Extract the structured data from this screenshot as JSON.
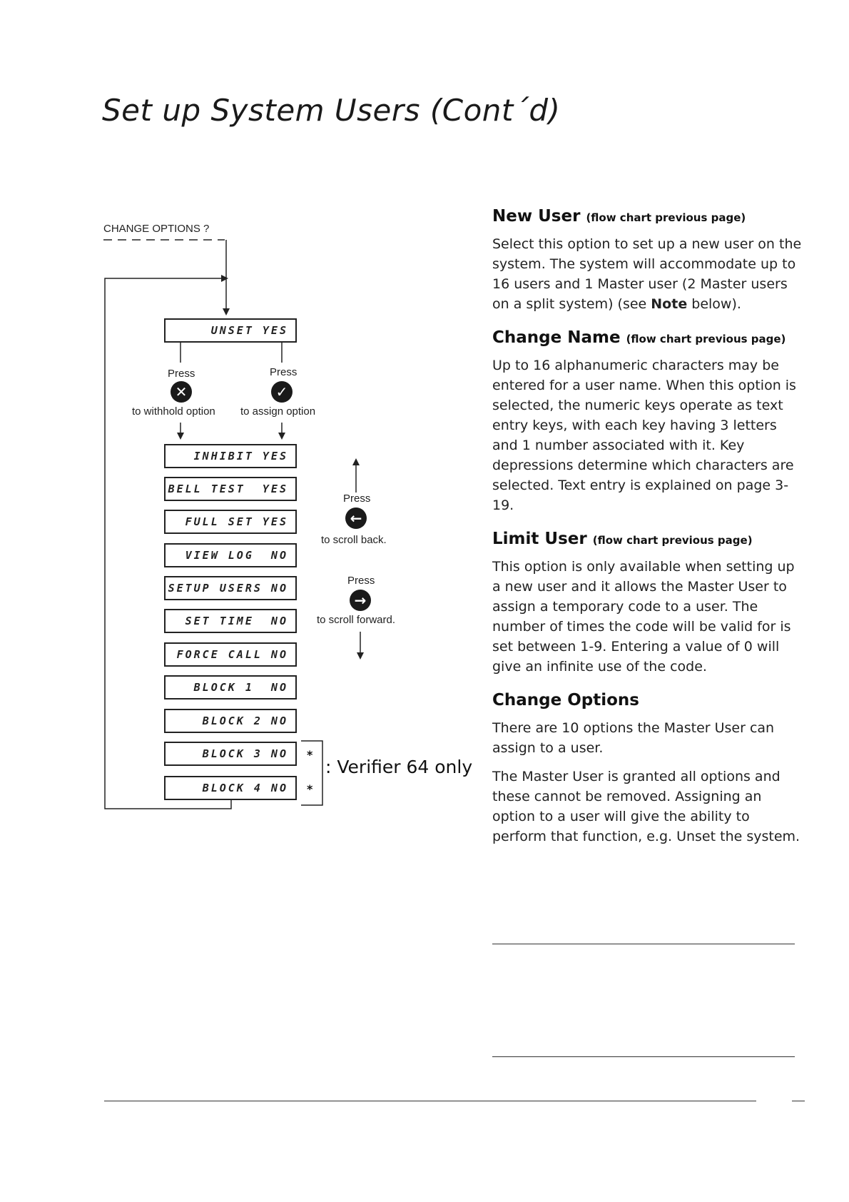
{
  "page": {
    "title": "Set up System Users (Cont´d)"
  },
  "flowchart": {
    "start_label": "CHANGE OPTIONS ?",
    "first_display": "UNSET YES",
    "press_left": "Press",
    "press_right": "Press",
    "withhold_caption": "to withhold option",
    "assign_caption": "to assign option",
    "withhold_icon": "x-icon",
    "assign_icon": "check-icon",
    "options": [
      "INHIBIT YES",
      "BELL TEST  YES",
      "FULL SET YES",
      "VIEW LOG  NO",
      "SETUP USERS NO",
      "SET TIME  NO",
      "FORCE CALL NO",
      "BLOCK 1  NO",
      "BLOCK 2 NO",
      "BLOCK 3 NO",
      "BLOCK 4 NO"
    ],
    "scroll_back_press": "Press",
    "scroll_back_caption": "to scroll back.",
    "scroll_back_icon": "arrow-left-icon",
    "scroll_forward_press": "Press",
    "scroll_forward_caption": "to scroll forward.",
    "scroll_forward_icon": "arrow-right-icon",
    "star_mark": "*",
    "verifier_note": ": Verifier 64 only"
  },
  "sections": [
    {
      "heading": "New User",
      "sub": "(flow chart previous page)",
      "paragraphs_html": [
        "Select this option to set up a new user on the system. The system will accommodate up to 16 users and 1 Master user (2 Master users on a split system) (see <b>Note</b> below)."
      ]
    },
    {
      "heading": "Change Name",
      "sub": "(flow chart previous page)",
      "paragraphs": [
        "Up to 16 alphanumeric characters may be entered for a user name. When this option is selected, the numeric keys operate as text entry keys, with each key having 3 letters and 1 number associated with it. Key depressions determine which characters are selected. Text entry is explained on page 3-19."
      ]
    },
    {
      "heading": "Limit User",
      "sub": "(flow chart previous page)",
      "paragraphs": [
        "This option is only available when setting up a new user and it allows the Master User to assign a temporary code to a user. The number of times the code will be valid for is set between 1-9. Entering a value of 0 will give an infinite use of the code."
      ]
    },
    {
      "heading": "Change Options",
      "sub": "",
      "paragraphs": [
        "There are 10 options the Master User can assign to a user.",
        "The Master User is granted all options and these cannot be removed. Assigning an option to a user will give the ability to perform that function, e.g. Unset the system."
      ]
    }
  ]
}
